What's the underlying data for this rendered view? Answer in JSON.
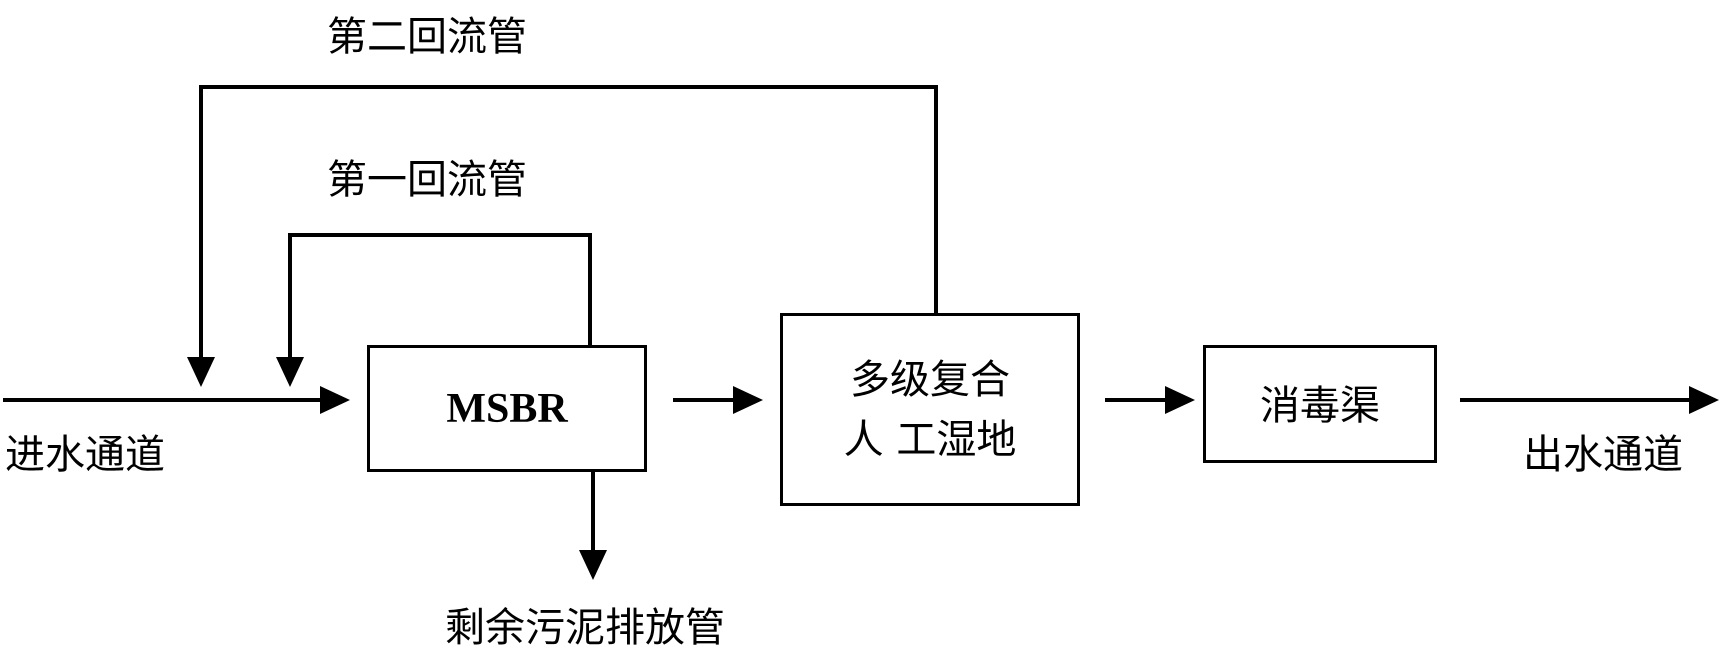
{
  "labels": {
    "second_return_pipe": "第二回流管",
    "first_return_pipe": "第一回流管",
    "inlet_channel": "进水通道",
    "outlet_channel": "出水通道",
    "excess_sludge_pipe": "剩余污泥排放管"
  },
  "nodes": {
    "msbr": "MSBR",
    "wetland_line1": "多级复合",
    "wetland_line2": "人 工湿地",
    "disinfection": "消毒渠"
  },
  "colors": {
    "line": "#000000",
    "background": "#ffffff"
  }
}
